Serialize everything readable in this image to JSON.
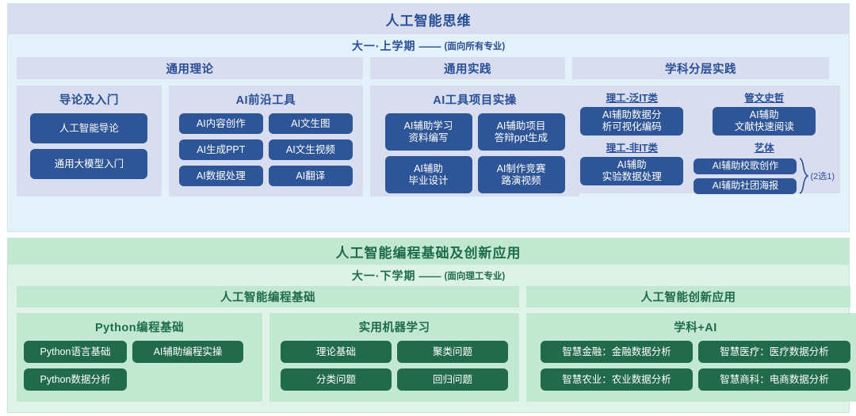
{
  "blue_section": {
    "title": "人工智能思维",
    "semester": "大一·上学期",
    "dash": "——",
    "audience": "(面向所有专业)",
    "columns": [
      {
        "header": "通用理论",
        "groups": [
          {
            "title": "导论及入门",
            "tiles": [
              "人工智能导论",
              "通用大模型入门"
            ]
          },
          {
            "title": "AI前沿工具",
            "tiles": [
              "AI内容创作",
              "AI文生图",
              "AI生成PPT",
              "AI文生视频",
              "AI数据处理",
              "AI翻译"
            ]
          }
        ]
      },
      {
        "header": "通用实践",
        "groups": [
          {
            "title": "AI工具项目实操",
            "tiles": [
              "AI辅助学习\n资料编写",
              "AI辅助项目\n答辩ppt生成",
              "AI辅助\n毕业设计",
              "AI制作竞赛\n路演视频"
            ]
          }
        ]
      },
      {
        "header": "学科分层实践",
        "disciplines": [
          {
            "label": "理工-泛IT类",
            "tile": "AI辅助数据分\n析可视化编码"
          },
          {
            "label": "管文史哲",
            "tile": "AI辅助\n文献快速阅读"
          },
          {
            "label": "理工-非IT类",
            "tile": "AI辅助\n实验数据处理"
          },
          {
            "label": "艺体",
            "tiles": [
              "AI辅助校歌创作",
              "AI辅助社团海报"
            ],
            "note": "(2选1)"
          }
        ]
      }
    ]
  },
  "green_section": {
    "title": "人工智能编程基础及创新应用",
    "semester": "大一·下学期",
    "dash": "——",
    "audience": "(面向理工专业)",
    "columns": [
      {
        "header": "人工智能编程基础",
        "groups": [
          {
            "title": "Python编程基础",
            "tiles": [
              "Python语言基础",
              "AI辅助编程实操",
              "Python数据分析"
            ]
          },
          {
            "title": "实用机器学习",
            "tiles": [
              "理论基础",
              "聚类问题",
              "分类问题",
              "回归问题"
            ]
          }
        ]
      },
      {
        "header": "人工智能创新应用",
        "groups": [
          {
            "title": "学科+AI",
            "tiles": [
              "智慧金融：金融数据分析",
              "智慧医疗：医疗数据分析",
              "智慧农业：农业数据分析",
              "智慧商科：电商数据分析"
            ]
          }
        ]
      }
    ]
  },
  "colors": {
    "blue_accent": "#2d5597",
    "blue_band": "#d8deef",
    "blue_bg": "#e3f1fb",
    "green_accent": "#216b4c",
    "green_band": "#c2e8d2",
    "green_bg": "#e0f3e8"
  }
}
